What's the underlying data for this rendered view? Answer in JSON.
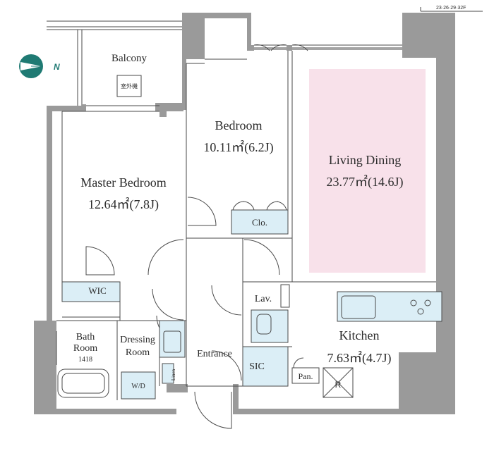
{
  "code": "23·26·29·32F",
  "compass": {
    "label": "N",
    "color": "#1f7a73"
  },
  "accent": {
    "living_highlight": "#f8e1ea",
    "fixture": "#dbeef6",
    "wall": "#9a9a9a"
  },
  "rooms": {
    "balcony": {
      "name": "Balcony",
      "unit": "室外機"
    },
    "bedroom": {
      "name": "Bedroom",
      "area": "10.11㎡(6.2J)"
    },
    "master": {
      "name": "Master Bedroom",
      "area": "12.64㎡(7.8J)"
    },
    "living": {
      "name": "Living Dining",
      "area": "23.77㎡(14.6J)"
    },
    "kitchen": {
      "name": "Kitchen",
      "area": "7.63㎡(4.7J)"
    },
    "bath": {
      "line1": "Bath",
      "line2": "Room",
      "line3": "1418"
    },
    "dressing": {
      "line1": "Dressing",
      "line2": "Room"
    },
    "entrance": {
      "name": "Entrance"
    }
  },
  "labels": {
    "clo": "Clo.",
    "wic": "WIC",
    "lav": "Lav.",
    "sic": "SIC",
    "pan": "Pan.",
    "wd": "W/D",
    "linen": "Linen",
    "refrigerator": "R"
  }
}
